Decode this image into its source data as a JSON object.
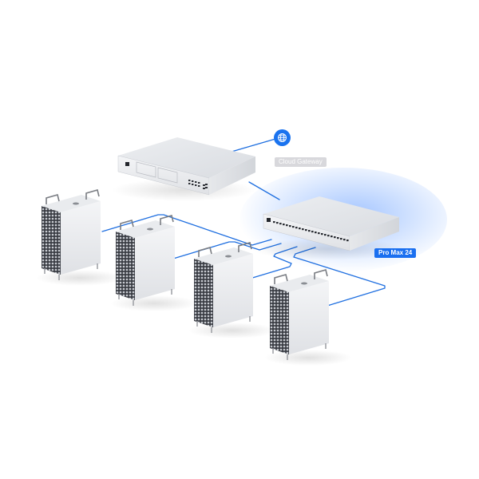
{
  "diagram": {
    "type": "network-topology",
    "accent_color": "#1a6ff0",
    "cable_color": "#1f6fe0",
    "internet": {
      "icon": "globe-icon",
      "color": "#1a73ef"
    },
    "gateway": {
      "label": "Cloud Gateway",
      "label_bg": "#d8d8dc"
    },
    "switch": {
      "label": "Pro Max 24",
      "label_bg": "#1a6ff0",
      "ports": 24,
      "sfp_ports": 2
    },
    "workstations": [
      {
        "name": "workstation-1"
      },
      {
        "name": "workstation-2"
      },
      {
        "name": "workstation-3"
      },
      {
        "name": "workstation-4"
      }
    ],
    "links": [
      {
        "from": "internet",
        "to": "gateway"
      },
      {
        "from": "gateway",
        "to": "switch"
      },
      {
        "from": "switch",
        "to": "workstation-1"
      },
      {
        "from": "switch",
        "to": "workstation-2"
      },
      {
        "from": "switch",
        "to": "workstation-3"
      },
      {
        "from": "switch",
        "to": "workstation-4"
      }
    ]
  }
}
